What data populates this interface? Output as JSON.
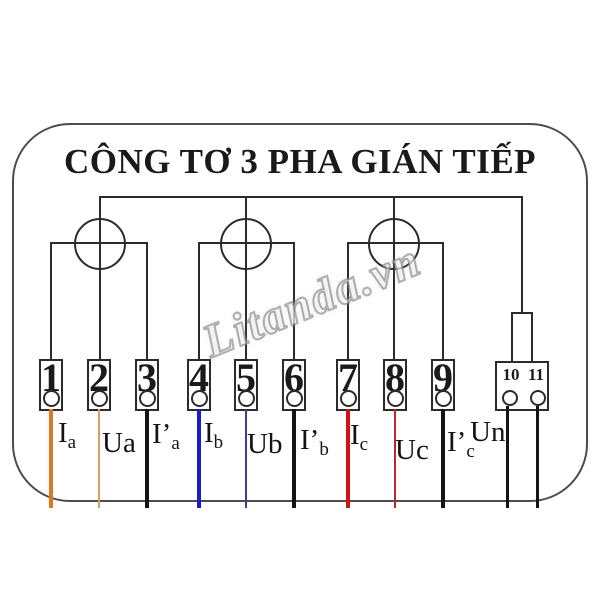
{
  "title": "CÔNG TƠ 3 PHA GIÁN TIẾP",
  "watermark": "Litanda.vn",
  "colors": {
    "diagram_line": "#2b2b2b",
    "frame_border": "#4d4d4d",
    "wire_orange": "#e0791e",
    "wire_tan": "#d4a35f",
    "wire_black": "#141414",
    "wire_blue": "#1c1ccd",
    "wire_navy": "#3f3f8f",
    "wire_red": "#cf1212",
    "wire_dark_red": "#b52a2a"
  },
  "terminals": [
    {
      "num": "1",
      "label_main": "I",
      "label_sub": "a",
      "wire_color": "#e0791e"
    },
    {
      "num": "2",
      "label_main": "Ua",
      "label_sub": "",
      "wire_color": "#d4a35f"
    },
    {
      "num": "3",
      "label_main": "I’",
      "label_sub": "a",
      "wire_color": "#141414"
    },
    {
      "num": "4",
      "label_main": "I",
      "label_sub": "b",
      "wire_color": "#1c1ccd"
    },
    {
      "num": "5",
      "label_main": "Ub",
      "label_sub": "",
      "wire_color": "#3f3f8f"
    },
    {
      "num": "6",
      "label_main": "I’",
      "label_sub": "b",
      "wire_color": "#141414"
    },
    {
      "num": "7",
      "label_main": "I",
      "label_sub": "c",
      "wire_color": "#cf1212"
    },
    {
      "num": "8",
      "label_main": "Uc",
      "label_sub": "",
      "wire_color": "#b52a2a"
    },
    {
      "num": "9",
      "label_main": "I’",
      "label_sub": "c",
      "wire_color": "#141414"
    }
  ],
  "neutral_block": {
    "num_left": "10",
    "num_right": "11",
    "label_main": "Un",
    "label_sub": "",
    "wire_color": "#141414"
  }
}
